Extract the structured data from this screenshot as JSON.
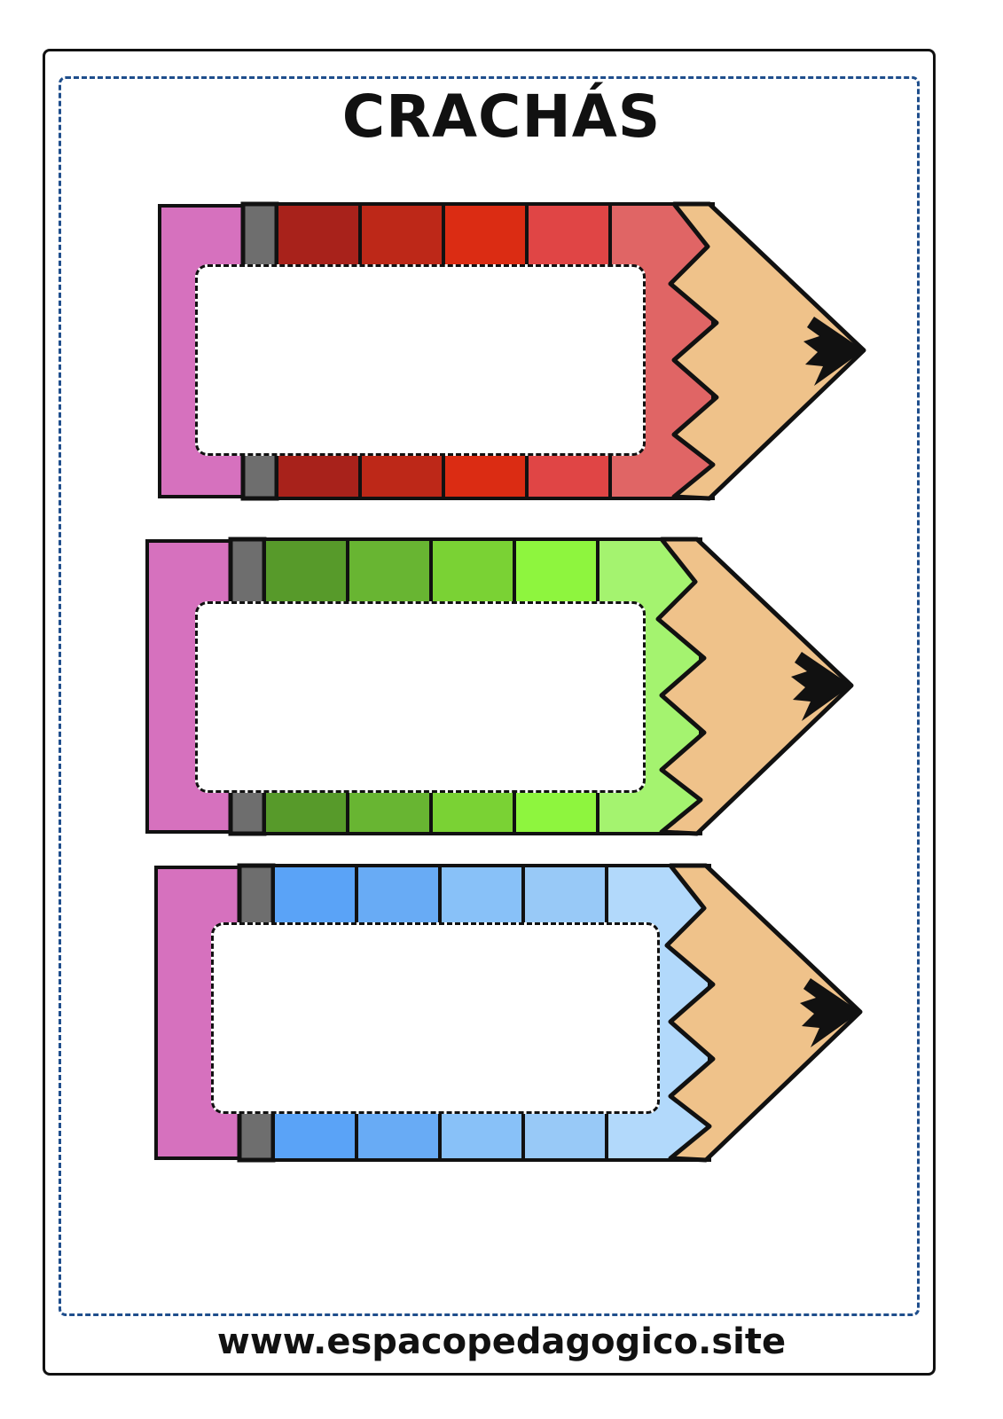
{
  "page": {
    "title": "CRACHÁS",
    "website": "www.espacopedagogico.site"
  },
  "pencils": [
    {
      "name": "red-pencil",
      "stripe_colors": [
        "#a8221b",
        "#bd2818",
        "#db2c13",
        "#e04545"
      ],
      "body_color": "#e06565"
    },
    {
      "name": "green-pencil",
      "stripe_colors": [
        "#579a2a",
        "#68b532",
        "#7ad234",
        "#8ef53e"
      ],
      "body_color": "#a4f36f"
    },
    {
      "name": "blue-pencil",
      "stripe_colors": [
        "#5aa3f7",
        "#68abf5",
        "#88c1f8",
        "#98c9f7"
      ],
      "body_color": "#b2d9fb"
    }
  ],
  "colors": {
    "eraser": "#d671be",
    "ferrule": "#6e6e6e",
    "wood": "#efc28a",
    "lead": "#111111",
    "cut_line": "#1f4e8c"
  }
}
